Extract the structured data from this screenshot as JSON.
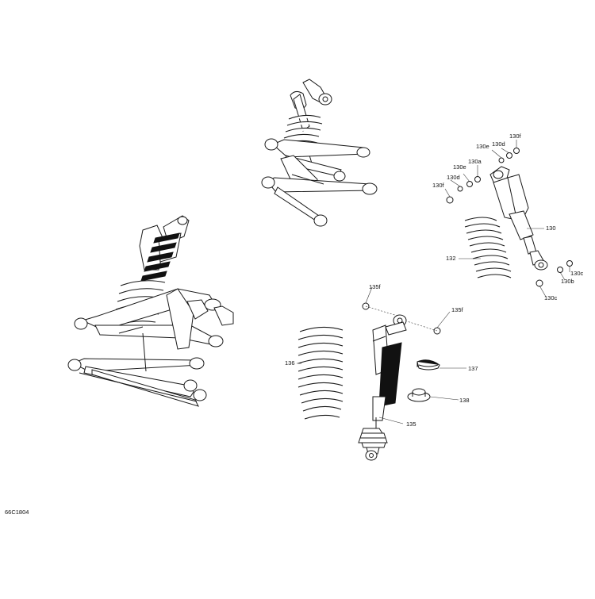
{
  "diagram": {
    "figure_code": "66C1804",
    "callouts": {
      "c130f_top": "130f",
      "c130d_top": "130d",
      "c130e_top": "130e",
      "c130a": "130a",
      "c130e_mid": "130e",
      "c130d_mid": "130d",
      "c130f_left": "130f",
      "c130": "130",
      "c132": "132",
      "c130c_right": "130c",
      "c130b": "130b",
      "c130c_bottom": "130c",
      "c135f_left": "135f",
      "c135f_right": "135f",
      "c136": "136",
      "c137": "137",
      "c138": "138",
      "c135": "135"
    }
  }
}
